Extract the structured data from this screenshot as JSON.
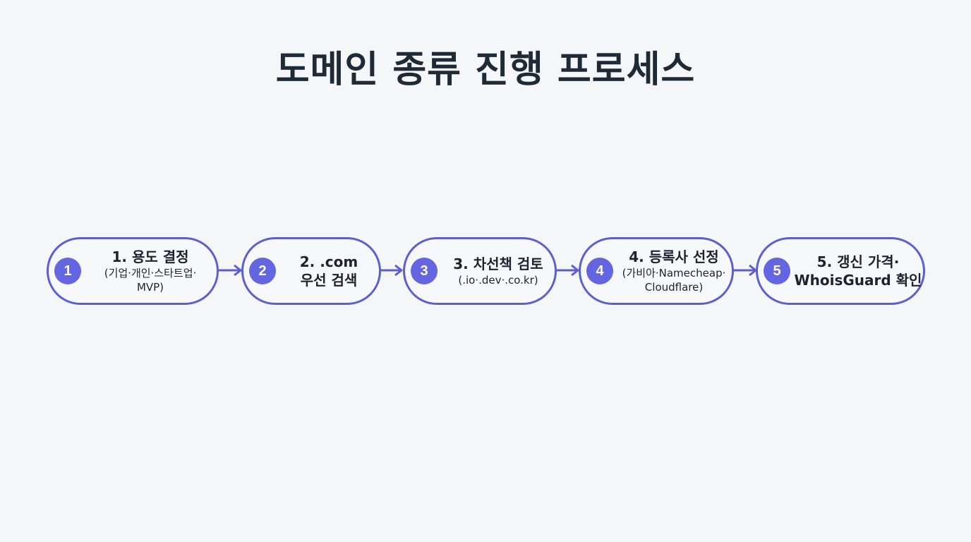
{
  "title": "도메인 종류 진행 프로세스",
  "colors": {
    "accent": "#6366e0",
    "border": "#5b5fd0",
    "background": "#f5f6f8",
    "text": "#1f2a37"
  },
  "steps": [
    {
      "number": "1",
      "title": "1. 용도 결정",
      "detail_line1": "(기업·개인·스타트업·",
      "detail_line2": "MVP)"
    },
    {
      "number": "2",
      "title": "2. .com",
      "detail_line1": "우선 검색",
      "detail_line2": ""
    },
    {
      "number": "3",
      "title": "3. 차선책 검토",
      "detail_line1": "(.io·.dev·.co.kr)",
      "detail_line2": ""
    },
    {
      "number": "4",
      "title": "4. 등록사 선정",
      "detail_line1": "(가비아·Namecheap·",
      "detail_line2": "Cloudflare)"
    },
    {
      "number": "5",
      "title": "5. 갱신 가격·",
      "detail_line1": "WhoisGuard 확인",
      "detail_line2": ""
    }
  ]
}
